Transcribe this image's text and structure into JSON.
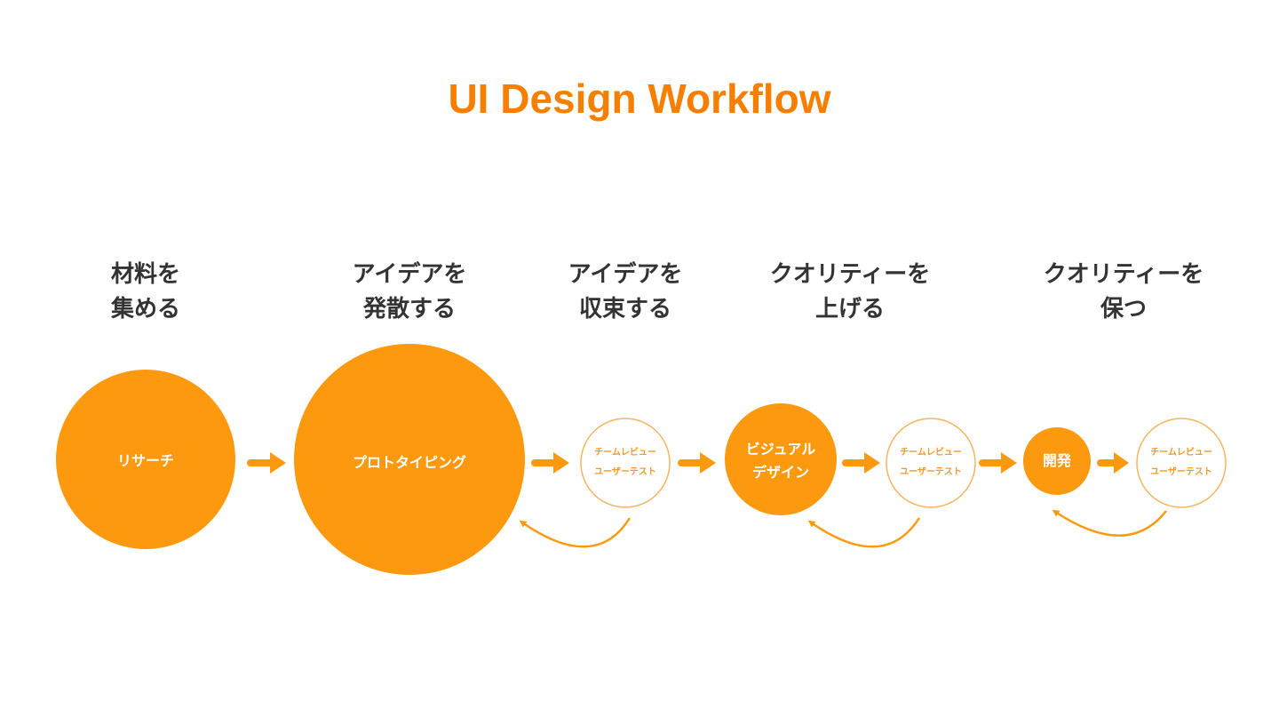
{
  "title": "UI Design Workflow",
  "colors": {
    "title": "#f77f00",
    "accent": "#fd990f",
    "heading": "#333333"
  },
  "stages": [
    {
      "heading": [
        "材料を",
        "集める"
      ]
    },
    {
      "heading": [
        "アイデアを",
        "発散する"
      ]
    },
    {
      "heading": [
        "アイデアを",
        "収束する"
      ]
    },
    {
      "heading": [
        "クオリティーを",
        "上げる"
      ]
    },
    {
      "heading": [
        "クオリティーを",
        "保つ"
      ]
    }
  ],
  "nodes": {
    "research": [
      "リサーチ"
    ],
    "prototyping": [
      "プロトタイピング"
    ],
    "review1": [
      "チームレビュー",
      "ユーザーテスト"
    ],
    "visual_design": [
      "ビジュアル",
      "デザイン"
    ],
    "review2": [
      "チームレビュー",
      "ユーザーテスト"
    ],
    "development": [
      "開発"
    ],
    "review3": [
      "チームレビュー",
      "ユーザーテスト"
    ]
  }
}
